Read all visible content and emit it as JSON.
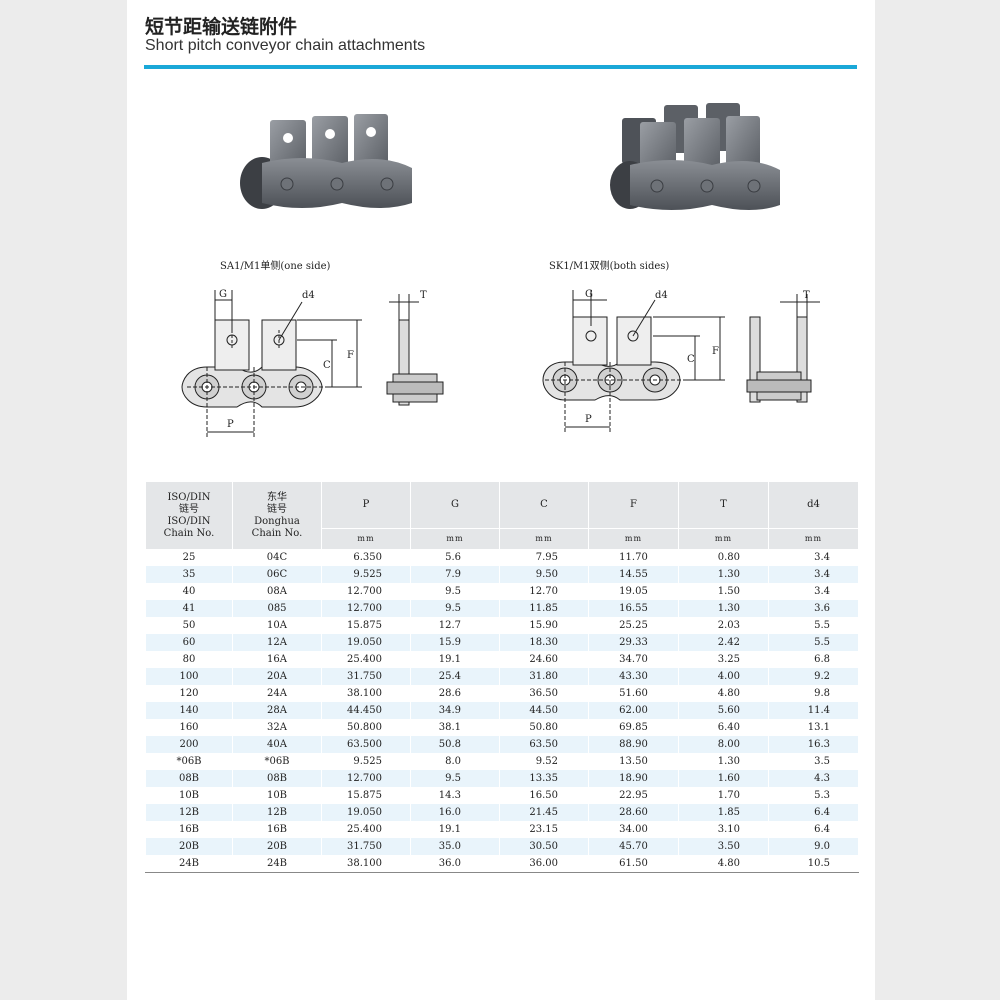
{
  "header": {
    "title_cn": "短节距输送链附件",
    "title_en": "Short pitch conveyor chain attachments"
  },
  "figures": {
    "left_caption": "SA1/M1单侧(one side)",
    "right_caption": "SK1/M1双侧(both sides)",
    "dim_labels": {
      "g": "G",
      "d4": "d4",
      "t": "T",
      "c": "C",
      "f": "F",
      "p": "P"
    }
  },
  "table": {
    "columns": [
      {
        "top": "ISO/DIN\n链号\nISO/DIN\nChain No.",
        "unit": ""
      },
      {
        "top": "东华\n链号\nDonghua\nChain No.",
        "unit": ""
      },
      {
        "top": "P",
        "unit": "mm"
      },
      {
        "top": "G",
        "unit": "mm"
      },
      {
        "top": "C",
        "unit": "mm"
      },
      {
        "top": "F",
        "unit": "mm"
      },
      {
        "top": "T",
        "unit": "mm"
      },
      {
        "top": "d4",
        "unit": "mm"
      }
    ],
    "rows": [
      [
        "25",
        "04C",
        "6.350",
        "5.6",
        "7.95",
        "11.70",
        "0.80",
        "3.4"
      ],
      [
        "35",
        "06C",
        "9.525",
        "7.9",
        "9.50",
        "14.55",
        "1.30",
        "3.4"
      ],
      [
        "40",
        "08A",
        "12.700",
        "9.5",
        "12.70",
        "19.05",
        "1.50",
        "3.4"
      ],
      [
        "41",
        "085",
        "12.700",
        "9.5",
        "11.85",
        "16.55",
        "1.30",
        "3.6"
      ],
      [
        "50",
        "10A",
        "15.875",
        "12.7",
        "15.90",
        "25.25",
        "2.03",
        "5.5"
      ],
      [
        "60",
        "12A",
        "19.050",
        "15.9",
        "18.30",
        "29.33",
        "2.42",
        "5.5"
      ],
      [
        "80",
        "16A",
        "25.400",
        "19.1",
        "24.60",
        "34.70",
        "3.25",
        "6.8"
      ],
      [
        "100",
        "20A",
        "31.750",
        "25.4",
        "31.80",
        "43.30",
        "4.00",
        "9.2"
      ],
      [
        "120",
        "24A",
        "38.100",
        "28.6",
        "36.50",
        "51.60",
        "4.80",
        "9.8"
      ],
      [
        "140",
        "28A",
        "44.450",
        "34.9",
        "44.50",
        "62.00",
        "5.60",
        "11.4"
      ],
      [
        "160",
        "32A",
        "50.800",
        "38.1",
        "50.80",
        "69.85",
        "6.40",
        "13.1"
      ],
      [
        "200",
        "40A",
        "63.500",
        "50.8",
        "63.50",
        "88.90",
        "8.00",
        "16.3"
      ],
      [
        "*06B",
        "*06B",
        "9.525",
        "8.0",
        "9.52",
        "13.50",
        "1.30",
        "3.5"
      ],
      [
        "08B",
        "08B",
        "12.700",
        "9.5",
        "13.35",
        "18.90",
        "1.60",
        "4.3"
      ],
      [
        "10B",
        "10B",
        "15.875",
        "14.3",
        "16.50",
        "22.95",
        "1.70",
        "5.3"
      ],
      [
        "12B",
        "12B",
        "19.050",
        "16.0",
        "21.45",
        "28.60",
        "1.85",
        "6.4"
      ],
      [
        "16B",
        "16B",
        "25.400",
        "19.1",
        "23.15",
        "34.00",
        "3.10",
        "6.4"
      ],
      [
        "20B",
        "20B",
        "31.750",
        "35.0",
        "30.50",
        "45.70",
        "3.50",
        "9.0"
      ],
      [
        "24B",
        "24B",
        "38.100",
        "36.0",
        "36.00",
        "61.50",
        "4.80",
        "10.5"
      ]
    ]
  },
  "colors": {
    "accent": "#1aa8d8",
    "header_bg": "#e4e6e8",
    "stripe": "#e9f4fb"
  }
}
